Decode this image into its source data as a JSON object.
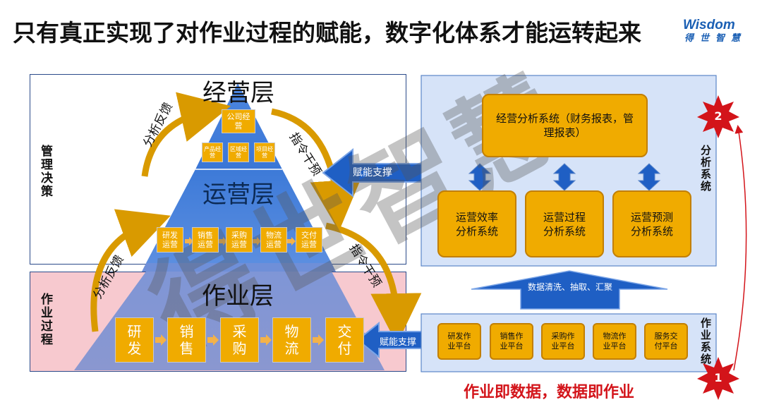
{
  "title": "只有真正实现了对作业过程的赋能，数字化体系才能运转起来",
  "logo": {
    "line1": "Wisdom",
    "line2": "得世智慧"
  },
  "watermark": "得世智慧",
  "left": {
    "mgmt_label": "管理决策",
    "op_label": "作业过程",
    "layer_business": "经营层",
    "layer_operation": "运营层",
    "layer_work": "作业层",
    "business_top": "公司经营",
    "business_sub": [
      "产品经营",
      "区域经营",
      "项目经营"
    ],
    "business_sub_prefix": "经",
    "operation_items": [
      "研发运营",
      "销售运营",
      "采购运营",
      "物流运营",
      "交付运营"
    ],
    "work_items": [
      "研发",
      "销售",
      "采购",
      "物流",
      "交付"
    ],
    "feedback1": "分析反馈",
    "feedback2": "分析反馈",
    "command1": "指令干预",
    "command2": "指令干预"
  },
  "middle": {
    "empower1": "赋能支撑",
    "empower2": "赋能支撑"
  },
  "right": {
    "analysis_label": "分析系统",
    "work_label": "作业系统",
    "business_system": "经营分析系统（财务报表，管理报表）",
    "sub_systems": [
      "运营效率分析系统",
      "运营过程分析系统",
      "运营预测分析系统"
    ],
    "data_arrow": "数据清洗、抽取、汇聚",
    "platforms": [
      "研发作业平台",
      "销售作业平台",
      "采购作业平台",
      "物流作业平台",
      "服务交付平台"
    ]
  },
  "slogan": "作业即数据，数据即作业",
  "star1": "1",
  "star2": "2",
  "colors": {
    "accent_blue": "#1f5fc4",
    "orange": "#f0ab00",
    "red": "#d3141a",
    "panel": "#d6e3f8",
    "pink": "#f7c9cf"
  }
}
